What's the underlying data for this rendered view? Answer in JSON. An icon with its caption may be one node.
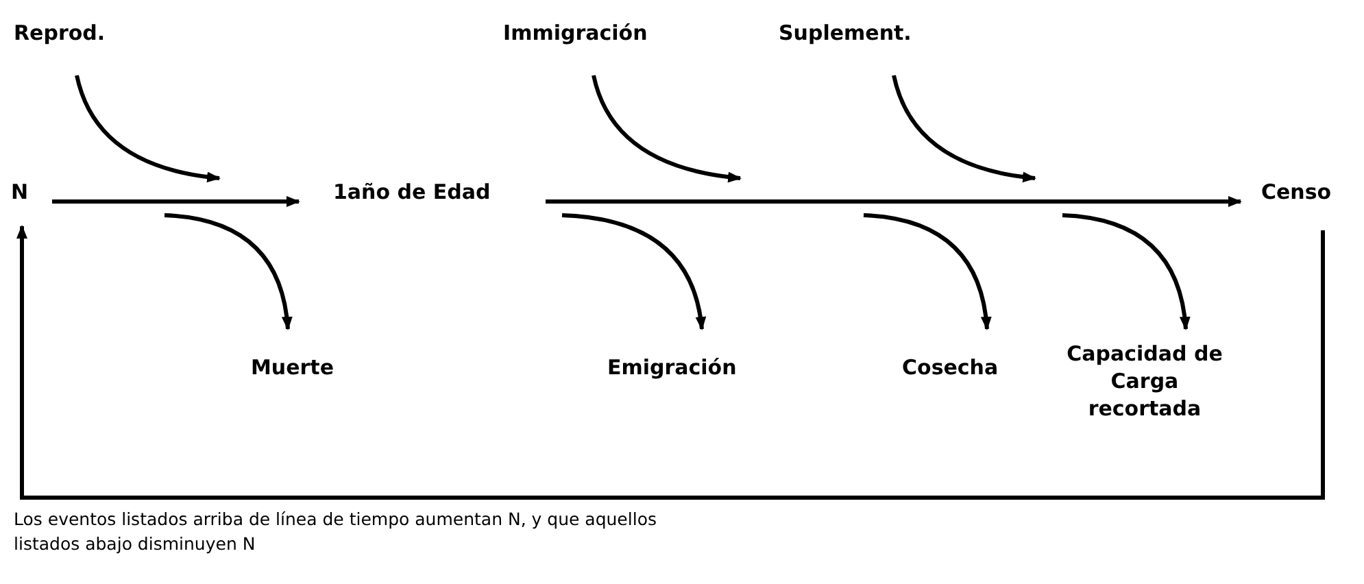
{
  "diagram": {
    "nodes": [
      {
        "text": [
          "Reprod."
        ]
      },
      {
        "text": [
          "Immigración"
        ]
      },
      {
        "text": [
          "Suplement."
        ]
      },
      {
        "text": [
          "N"
        ]
      },
      {
        "text": [
          "1año de Edad"
        ]
      },
      {
        "text": [
          "Censo"
        ]
      },
      {
        "text": [
          "Muerte"
        ]
      },
      {
        "text": [
          "Emigración"
        ]
      },
      {
        "text": [
          "Cosecha"
        ]
      },
      {
        "text": [
          "Capacidad de Carga recortada"
        ]
      }
    ],
    "edges": [
      {
        "from": 3,
        "to": 4,
        "arrow": "to"
      },
      {
        "from": 4,
        "to": 5,
        "arrow": "to"
      },
      {
        "from": 5,
        "to": 3,
        "arrow": "to"
      },
      {
        "from": 0,
        "to": null,
        "arrow": "to"
      },
      {
        "from": 1,
        "to": null,
        "arrow": "to"
      },
      {
        "from": 2,
        "to": null,
        "arrow": "to"
      },
      {
        "from": null,
        "to": 6,
        "arrow": "to"
      },
      {
        "from": null,
        "to": 7,
        "arrow": "to"
      },
      {
        "from": null,
        "to": 8,
        "arrow": "to"
      },
      {
        "from": null,
        "to": 9,
        "arrow": "to"
      }
    ],
    "labels": [
      "Los eventos listados arriba de línea de tiempo aumentan  N, y que aquellos listados abajo disminuyen N"
    ]
  }
}
